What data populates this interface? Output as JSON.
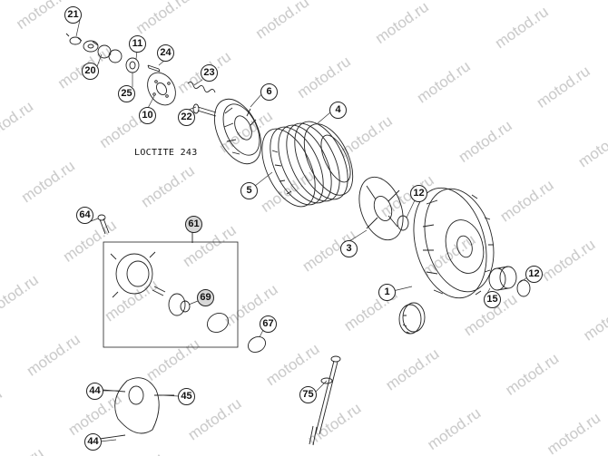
{
  "diagram": {
    "note_text": "LOCTITE 243",
    "watermark_text": "motod.ru",
    "callouts": [
      {
        "name": "part-21-callout",
        "label": "21"
      },
      {
        "name": "part-11-callout",
        "label": "11"
      },
      {
        "name": "part-24-callout",
        "label": "24"
      },
      {
        "name": "part-20-callout",
        "label": "20"
      },
      {
        "name": "part-23-callout",
        "label": "23"
      },
      {
        "name": "part-25-callout",
        "label": "25"
      },
      {
        "name": "part-10-callout",
        "label": "10"
      },
      {
        "name": "part-22-callout",
        "label": "22"
      },
      {
        "name": "part-6-callout",
        "label": "6"
      },
      {
        "name": "part-4-callout",
        "label": "4"
      },
      {
        "name": "part-5-callout",
        "label": "5"
      },
      {
        "name": "part-12-callout-top",
        "label": "12"
      },
      {
        "name": "part-64-callout",
        "label": "64"
      },
      {
        "name": "part-61-callout",
        "label": "61"
      },
      {
        "name": "part-3-callout",
        "label": "3"
      },
      {
        "name": "part-12-callout-right",
        "label": "12"
      },
      {
        "name": "part-1-callout",
        "label": "1"
      },
      {
        "name": "part-15-callout",
        "label": "15"
      },
      {
        "name": "part-69-callout",
        "label": "69"
      },
      {
        "name": "part-67-callout",
        "label": "67"
      },
      {
        "name": "part-75-callout",
        "label": "75"
      },
      {
        "name": "part-44-callout-top",
        "label": "44"
      },
      {
        "name": "part-45-callout",
        "label": "45"
      },
      {
        "name": "part-44-callout-bottom",
        "label": "44"
      }
    ]
  }
}
